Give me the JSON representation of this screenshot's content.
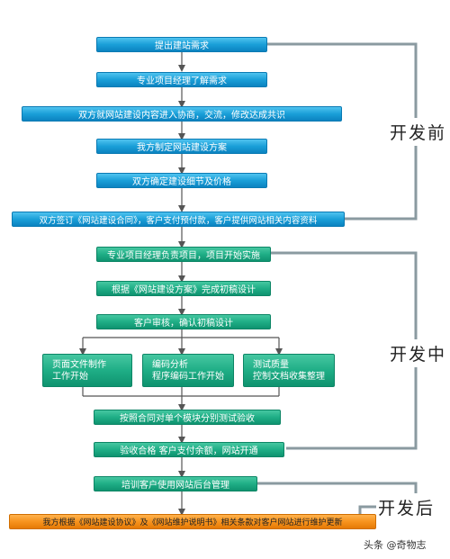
{
  "steps": {
    "s1": "提出建站需求",
    "s2": "专业项目经理了解需求",
    "s3": "双方就网站建设内容进入协商，交流，修改达成共识",
    "s4": "我方制定网站建设方案",
    "s5": "双方确定建设细节及价格",
    "s6": "双方签订《网站建设合同》，客户支付预付款，客户提供网站相关内容资料",
    "s7": "专业项目经理负责项目，项目开始实施",
    "s8": "根据《网站建设方案》完成初稿设计",
    "s9": "客户审核，确认初稿设计",
    "s10a_line1": "页面文件制作",
    "s10a_line2": "工作开始",
    "s10b_line1": "编码分析",
    "s10b_line2": "程序编码工作开始",
    "s10c_line1": "测试质量",
    "s10c_line2": "控制文档收集整理",
    "s11": "按照合同对单个模块分别测试验收",
    "s12": "验收合格 客户支付余额，网站开通",
    "s13": "培训客户使用网站后台管理",
    "s14": "我方根据《网站建设协议》及《网站维护说明书》相关条款对客户网站进行维护更新"
  },
  "phases": {
    "before": "开发前",
    "during": "开发中",
    "after": "开发后"
  },
  "watermark": "头条 @奇物志"
}
